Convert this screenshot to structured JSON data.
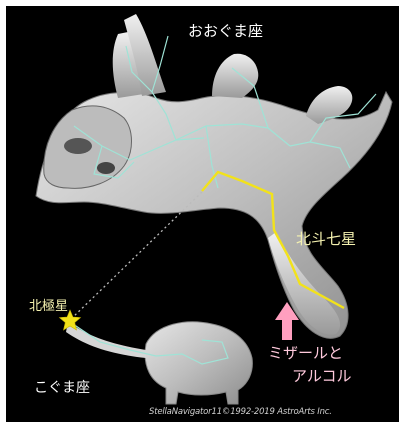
{
  "labels": {
    "ursa_major": "おおぐま座",
    "big_dipper": "北斗七星",
    "polaris": "北極星",
    "mizar_alcor_line1": "ミザールと",
    "mizar_alcor_line2": "アルコル",
    "ursa_minor": "こぐま座",
    "credit": "StellaNavigator11©1992-2019 AstroArts Inc."
  },
  "colors": {
    "sky": "#000000",
    "bear_figure": "#d9d9d9",
    "constellation_lines": "#9fe3d6",
    "big_dipper_line": "#f2e21a",
    "pointer_line": "#bbbbbb",
    "polaris_star": "#f2e21a",
    "mizar_arrow": "#ff9fbf"
  },
  "icons": {
    "polaris_marker": "star-icon",
    "mizar_pointer": "arrow-up-icon"
  }
}
